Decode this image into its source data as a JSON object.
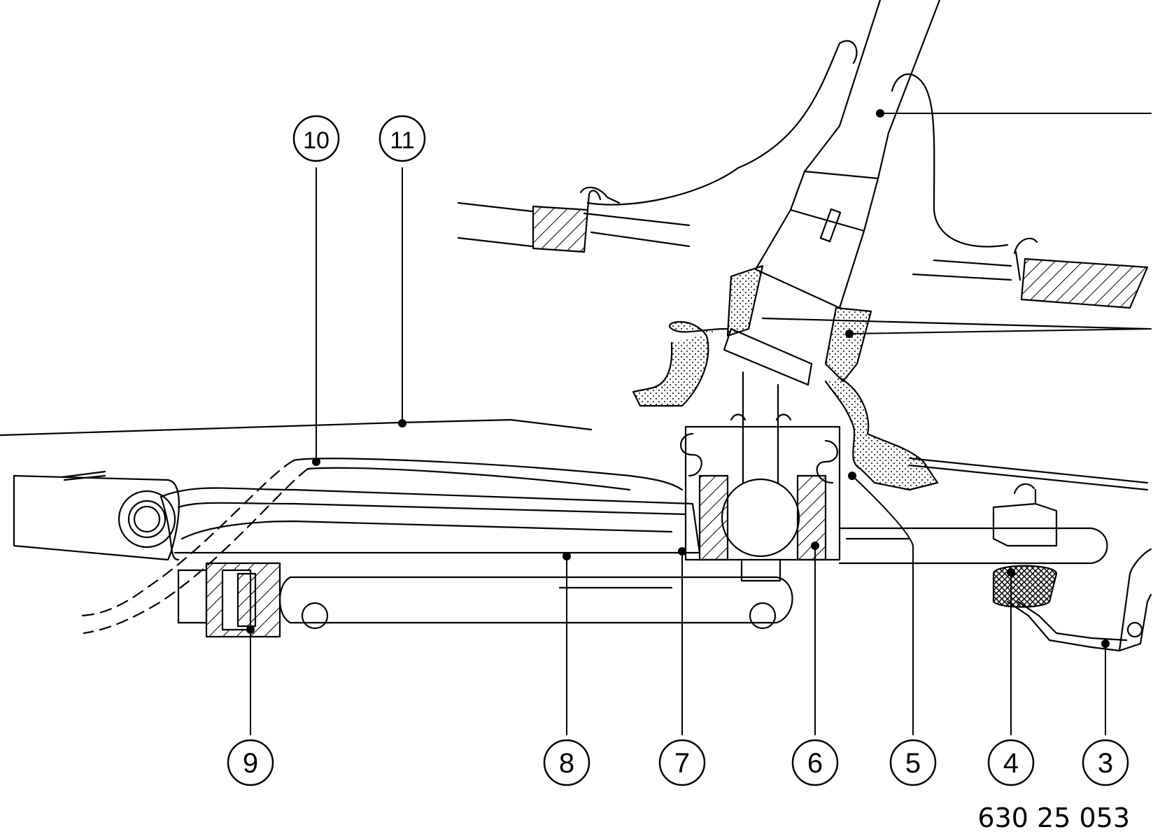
{
  "figure_number": "630 25 053",
  "callouts": [
    {
      "id": "c3",
      "label": "3"
    },
    {
      "id": "c4",
      "label": "4"
    },
    {
      "id": "c5",
      "label": "5"
    },
    {
      "id": "c6",
      "label": "6"
    },
    {
      "id": "c7",
      "label": "7"
    },
    {
      "id": "c8",
      "label": "8"
    },
    {
      "id": "c9",
      "label": "9"
    },
    {
      "id": "c10",
      "label": "10"
    },
    {
      "id": "c11",
      "label": "11"
    }
  ]
}
